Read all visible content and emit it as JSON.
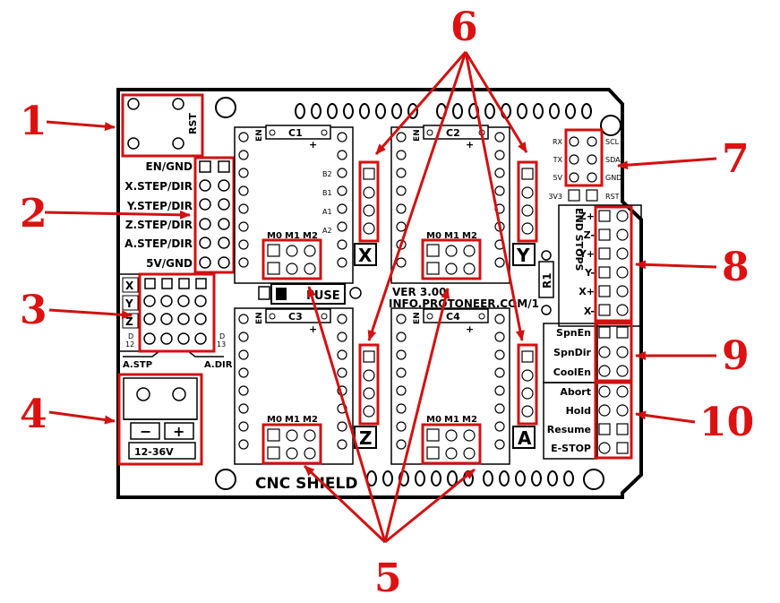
{
  "board": {
    "title": "CNC SHIELD",
    "version": "VER 3.00",
    "url": "INFO.PROTONEER.COM/1",
    "rst_label": "RST",
    "fuse_label": "FUSE",
    "resistor_label": "R1",
    "power_minus": "−",
    "power_plus": "+",
    "power_label": "12-36V",
    "left_header_labels": [
      "EN/GND",
      "X.STEP/DIR",
      "Y.STEP/DIR",
      "Z.STEP/DIR",
      "A.STEP/DIR",
      "5V/GND"
    ],
    "clone_axes": [
      "X",
      "Y",
      "Z"
    ],
    "clone_pin_d12": [
      "D",
      "12"
    ],
    "clone_pin_d13": [
      "D",
      "13"
    ],
    "clone_stp": "A.STP",
    "clone_dir": "A.DIR",
    "endstop_header": "END STOPS",
    "endstop_labels": [
      "Z+",
      "Z-",
      "Y+",
      "Y-",
      "X+",
      "X-"
    ],
    "spindle_labels": [
      "SpnEn",
      "SpnDir",
      "CoolEn"
    ],
    "control_labels": [
      "Abort",
      "Hold",
      "Resume",
      "E-STOP"
    ],
    "i2c_left": [
      "RX",
      "TX",
      "5V",
      "3V3"
    ],
    "i2c_right": [
      "SCL",
      "SDA",
      "GND",
      "RST"
    ],
    "drivers": [
      {
        "axis": "X",
        "cap": "C1",
        "en": "EN",
        "micro": [
          "M0",
          "M1",
          "M2"
        ],
        "pins": [
          "B2",
          "B1",
          "A1",
          "A2"
        ]
      },
      {
        "axis": "Y",
        "cap": "C2",
        "en": "EN",
        "micro": [
          "M0",
          "M1",
          "M2"
        ],
        "pins": []
      },
      {
        "axis": "Z",
        "cap": "C3",
        "en": "EN",
        "micro": [
          "M0",
          "M1",
          "M2"
        ],
        "pins": []
      },
      {
        "axis": "A",
        "cap": "C4",
        "en": "EN",
        "micro": [
          "M0",
          "M1",
          "M2"
        ],
        "pins": []
      }
    ]
  },
  "callouts": [
    "1",
    "2",
    "3",
    "4",
    "5",
    "6",
    "7",
    "8",
    "9",
    "10"
  ],
  "colors": {
    "highlight": "#d11111",
    "ink": "#000000",
    "board": "#ffffff"
  }
}
